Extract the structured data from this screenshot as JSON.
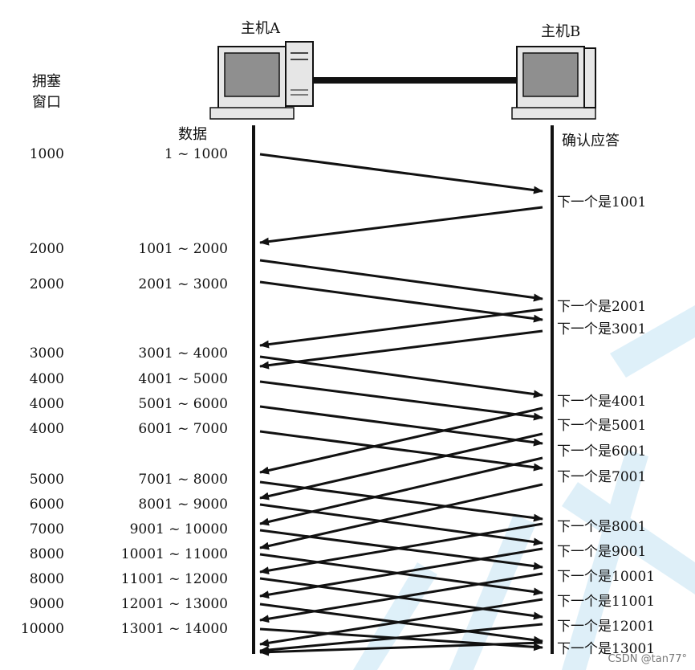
{
  "labels": {
    "host_a": "主机A",
    "host_b": "主机B",
    "cwnd_title_line1": "拥塞",
    "cwnd_title_line2": "窗口",
    "data_title": "数据",
    "ack_title": "确认应答"
  },
  "rows": [
    {
      "cwnd": "1000",
      "data": "1 ~ 1000"
    },
    {
      "cwnd": "2000",
      "data": "1001 ~ 2000"
    },
    {
      "cwnd": "2000",
      "data": "2001 ~ 3000"
    },
    {
      "cwnd": "3000",
      "data": "3001 ~ 4000"
    },
    {
      "cwnd": "4000",
      "data": "4001 ~ 5000"
    },
    {
      "cwnd": "4000",
      "data": "5001 ~ 6000"
    },
    {
      "cwnd": "4000",
      "data": "6001 ~ 7000"
    },
    {
      "cwnd": "5000",
      "data": "7001 ~ 8000"
    },
    {
      "cwnd": "6000",
      "data": "8001 ~ 9000"
    },
    {
      "cwnd": "7000",
      "data": "9001 ~ 10000"
    },
    {
      "cwnd": "8000",
      "data": "10001 ~ 11000"
    },
    {
      "cwnd": "8000",
      "data": "11001 ~ 12000"
    },
    {
      "cwnd": "9000",
      "data": "12001 ~ 13000"
    },
    {
      "cwnd": "10000",
      "data": "13001 ~ 14000"
    }
  ],
  "acks": [
    "下一个是1001",
    "下一个是2001",
    "下一个是3001",
    "下一个是4001",
    "下一个是5001",
    "下一个是6001",
    "下一个是7001",
    "下一个是8001",
    "下一个是9001",
    "下一个是10001",
    "下一个是11001",
    "下一个是12001",
    "下一个是13001"
  ],
  "watermark": "CSDN @tan77°",
  "colors": {
    "line": "#111111",
    "computer_screen": "#8f8f8f",
    "computer_body": "#e6e6e6",
    "watermark_bg": "#d6ecf7"
  },
  "icons": [
    "computer-icon",
    "computer-icon"
  ]
}
